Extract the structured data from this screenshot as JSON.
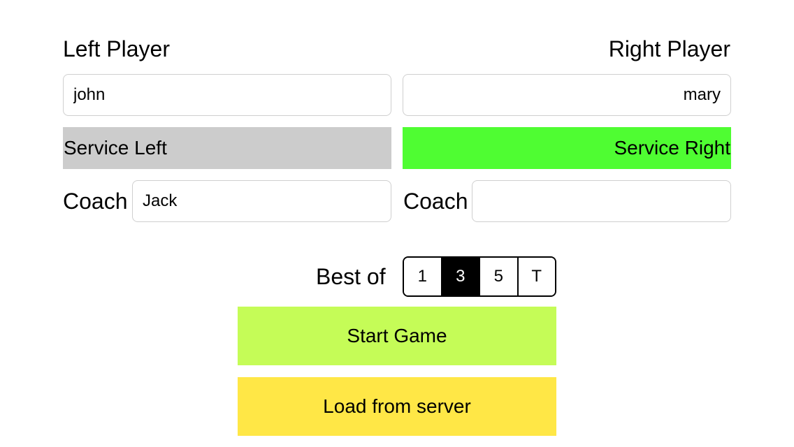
{
  "left_player": {
    "label": "Left Player",
    "name_value": "john",
    "service_label": "Service Left",
    "coach_label": "Coach",
    "coach_value": "Jack"
  },
  "right_player": {
    "label": "Right Player",
    "name_value": "mary",
    "service_label": "Service Right",
    "coach_label": "Coach",
    "coach_value": ""
  },
  "best_of": {
    "label": "Best of",
    "options": [
      "1",
      "3",
      "5",
      "T"
    ],
    "selected": "3"
  },
  "actions": {
    "start_label": "Start Game",
    "load_label": "Load from server"
  },
  "colors": {
    "service_active": "#4ffd32",
    "service_inactive": "#cccccc",
    "start_button": "#c5fc57",
    "load_button": "#ffe746"
  }
}
